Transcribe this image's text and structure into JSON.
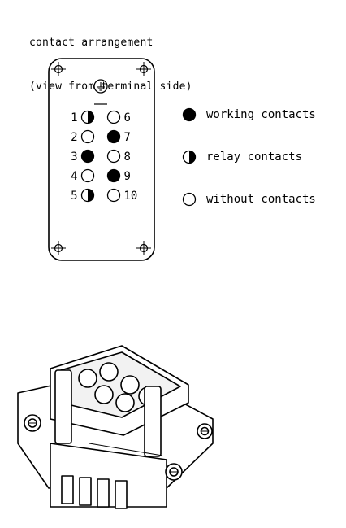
{
  "header": {
    "line1": "contact arrangement",
    "line2": "(view from terminal side)"
  },
  "contacts": [
    {
      "number": "1",
      "type": "relay"
    },
    {
      "number": "2",
      "type": "without"
    },
    {
      "number": "3",
      "type": "working"
    },
    {
      "number": "4",
      "type": "without"
    },
    {
      "number": "5",
      "type": "relay"
    },
    {
      "number": "6",
      "type": "without"
    },
    {
      "number": "7",
      "type": "working"
    },
    {
      "number": "8",
      "type": "without"
    },
    {
      "number": "9",
      "type": "working"
    },
    {
      "number": "10",
      "type": "without"
    }
  ],
  "legend": {
    "working": "working contacts",
    "relay": "relay contacts",
    "without": "without contacts"
  },
  "icons": {
    "ground": "ground-symbol-icon",
    "screw": "mounting-screw-icon"
  },
  "colors": {
    "ink": "#000000",
    "background": "#ffffff"
  }
}
